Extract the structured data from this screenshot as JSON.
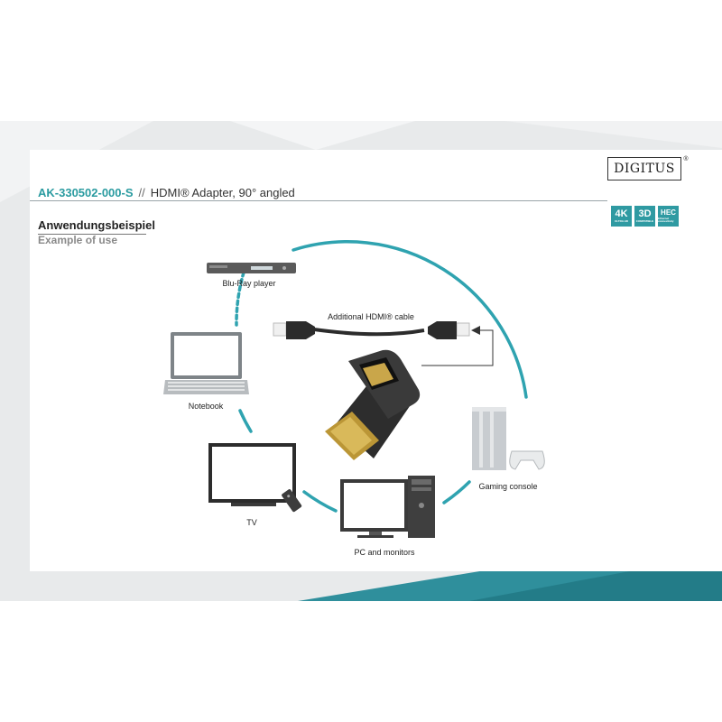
{
  "brand": {
    "logo_text": "DIGITUS",
    "registered_mark": "®"
  },
  "header": {
    "sku": "AK-330502-000-S",
    "separator": "//",
    "product": "HDMI® Adapter, 90° angled"
  },
  "badges": [
    {
      "main": "4K",
      "sub": "ULTRA HD"
    },
    {
      "main": "3D",
      "sub": "COMPATIBLE"
    },
    {
      "main": "HEC",
      "sub": "Ethernet connectivity"
    }
  ],
  "headings": {
    "german": "Anwendungsbeispiel",
    "english": "Example of use"
  },
  "devices": {
    "bluray": "Blu-Ray player",
    "notebook": "Notebook",
    "tv": "TV",
    "pc": "PC and monitors",
    "console": "Gaming console",
    "cable": "Additional HDMI® cable"
  },
  "colors": {
    "accent": "#2a9ba0",
    "circle": "#2fa3b0",
    "background_band": "#e8eaeb"
  }
}
